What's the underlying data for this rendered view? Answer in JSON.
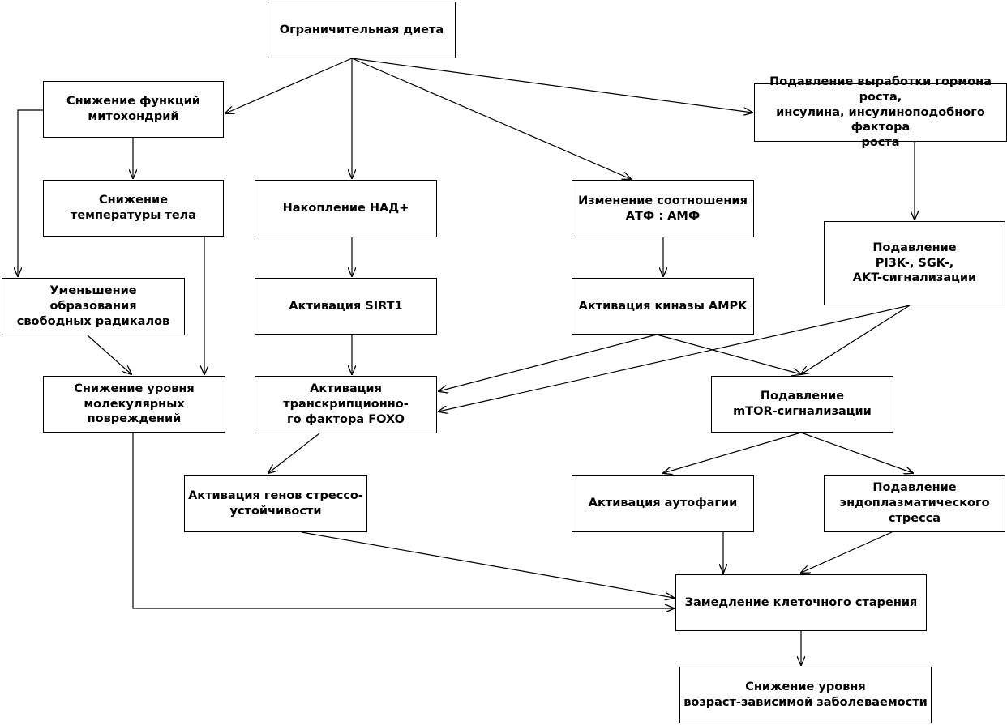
{
  "diagram": {
    "nodes": {
      "diet": "Ограничительная диета",
      "mito": "Снижение функций\nмитохондрий",
      "temp": "Снижение\nтемпературы тела",
      "nad": "Накопление НАД+",
      "atp": "Изменение соотношения\nАТФ : АМФ",
      "gh": "Подавление выработки гормона роста,\nинсулина, инсулиноподобного фактора\nроста",
      "pi3k": "Подавление\nPI3K-, SGK-,\nAKT-сигнализации",
      "radicals": "Уменьшение образования\nсвободных радикалов",
      "sirt1": "Активация SIRT1",
      "ampk": "Активация киназы AMPK",
      "damage": "Снижение уровня\nмолекулярных повреждений",
      "foxo": "Активация транскрипционно-\nго фактора FOXO",
      "mtor": "Подавление\nmTOR-сигнализации",
      "genes": "Активация генов стрессо-\nустойчивости",
      "autophagy": "Активация аутофагии",
      "er": "Подавление\nэндоплазматического стресса",
      "aging": "Замедление клеточного старения",
      "disease": "Снижение уровня\nвозраст-зависимой заболеваемости"
    },
    "edges": [
      [
        "diet",
        "mito"
      ],
      [
        "diet",
        "nad"
      ],
      [
        "diet",
        "atp"
      ],
      [
        "diet",
        "gh"
      ],
      [
        "mito",
        "temp"
      ],
      [
        "mito",
        "radicals"
      ],
      [
        "temp",
        "damage"
      ],
      [
        "radicals",
        "damage"
      ],
      [
        "nad",
        "sirt1"
      ],
      [
        "sirt1",
        "foxo"
      ],
      [
        "atp",
        "ampk"
      ],
      [
        "ampk",
        "foxo"
      ],
      [
        "ampk",
        "mtor"
      ],
      [
        "gh",
        "pi3k"
      ],
      [
        "pi3k",
        "foxo"
      ],
      [
        "pi3k",
        "mtor"
      ],
      [
        "foxo",
        "genes"
      ],
      [
        "mtor",
        "autophagy"
      ],
      [
        "mtor",
        "er"
      ],
      [
        "genes",
        "aging"
      ],
      [
        "autophagy",
        "aging"
      ],
      [
        "er",
        "aging"
      ],
      [
        "damage",
        "aging"
      ],
      [
        "aging",
        "disease"
      ]
    ]
  }
}
